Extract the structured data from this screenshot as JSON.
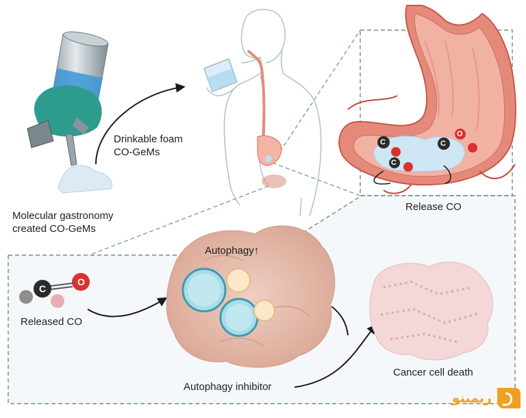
{
  "labels": {
    "drinkable_line1": "Drinkable foam",
    "drinkable_line2": "CO-GeMs",
    "molecular_line1": "Molecular gastronomy",
    "molecular_line2": "created CO-GeMs",
    "release_co": "Release CO",
    "released_co": "Released CO",
    "autophagy_up": "Autophagy↑",
    "autophagy_inhibitor": "Autophagy inhibitor",
    "cancer_cell_death": "Cancer cell death"
  },
  "atoms": {
    "carbon": "C",
    "oxygen": "O"
  },
  "watermark": {
    "text": "ریمینو"
  },
  "colors": {
    "glove": "#2e9c8c",
    "foam_liquid": "#4aa3e0",
    "stomach": "#e58a7a",
    "tumor": "#e9c0b0",
    "dashed_frame": "#6f8f7f",
    "oxygen": "#d9322e",
    "carbon": "#2b2b2b",
    "watermark": "#f0a020"
  }
}
